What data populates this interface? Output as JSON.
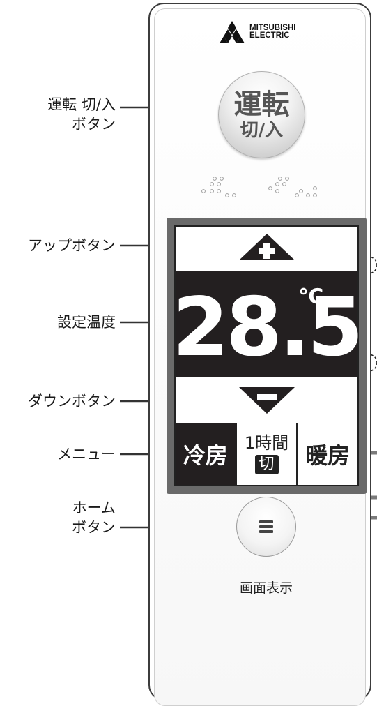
{
  "brand": {
    "name_line1": "MITSUBISHI",
    "name_line2": "ELECTRIC"
  },
  "callouts": {
    "power_button": {
      "line1": "運転 切/入",
      "line2": "ボタン"
    },
    "up_button": "アップボタン",
    "set_temperature": "設定温度",
    "down_button": "ダウンボタン",
    "menu": "メニュー",
    "home_button": {
      "line1": "ホーム",
      "line2": "ボタン"
    }
  },
  "power_button": {
    "line1": "運転",
    "line2": "切/入"
  },
  "display": {
    "temperature": "28.5",
    "unit": "℃",
    "menu_items": {
      "cool": "冷房",
      "timer_line1": "1時間",
      "timer_line2": "切",
      "heat": "暖房"
    }
  },
  "home_button": {
    "caption": "画面表示",
    "icon": "menu-lines-icon"
  },
  "colors": {
    "display_dark": "#231f20",
    "bezel": "#6a6a6a",
    "leader_line": "#333333",
    "menu_leader_line": "#777777",
    "brand_red": "#111111"
  }
}
